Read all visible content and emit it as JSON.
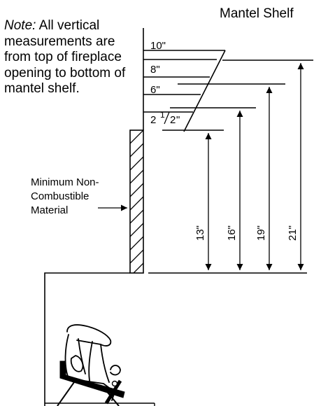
{
  "title": "Mantel Shelf",
  "note": {
    "label": "Note:",
    "text": "All vertical measurements are from top of fireplace opening to bottom of mantel shelf."
  },
  "material": {
    "line1": "Minimum Non-",
    "line2": "Combustible",
    "line3": "Material"
  },
  "depths": [
    {
      "label": "10\""
    },
    {
      "label": "8\""
    },
    {
      "label": "6\""
    },
    {
      "whole": "2",
      "num": "1",
      "den": "2",
      "unit": "\""
    }
  ],
  "heights": [
    "13\"",
    "16\"",
    "19\"",
    "21\""
  ],
  "colors": {
    "ink": "#000000",
    "background": "#ffffff"
  }
}
